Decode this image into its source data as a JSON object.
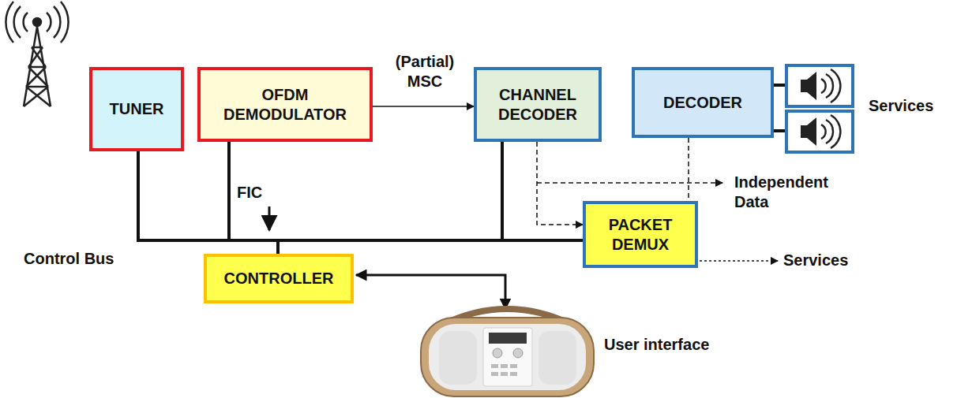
{
  "diagram": {
    "nodes": [
      {
        "text": [
          "TUNER"
        ]
      },
      {
        "text": [
          "OFDM DEMODULATOR"
        ]
      },
      {
        "text": [
          "CHANNEL DECODER"
        ]
      },
      {
        "text": [
          "DECODER"
        ]
      },
      {
        "text": [
          "PACKET DEMUX"
        ]
      },
      {
        "text": [
          "CONTROLLER"
        ]
      }
    ],
    "edges": [
      {
        "from": 1,
        "to": 2,
        "label": "(Partial) MSC",
        "arrow": "to"
      },
      {
        "from": 0,
        "to": 5,
        "arrow": "none"
      },
      {
        "from": 1,
        "to": 5,
        "arrow": "none"
      },
      {
        "from": 2,
        "to": 5,
        "arrow": "none"
      },
      {
        "from": 2,
        "to": 4,
        "arrow": "to"
      },
      {
        "from": 3,
        "to": 4,
        "arrow": "none"
      },
      {
        "from": 4,
        "to": 5,
        "arrow": "none"
      }
    ],
    "labels": [
      "Services",
      "FIC",
      "Independent Data",
      "Control Bus",
      "Services",
      "User interface"
    ]
  }
}
